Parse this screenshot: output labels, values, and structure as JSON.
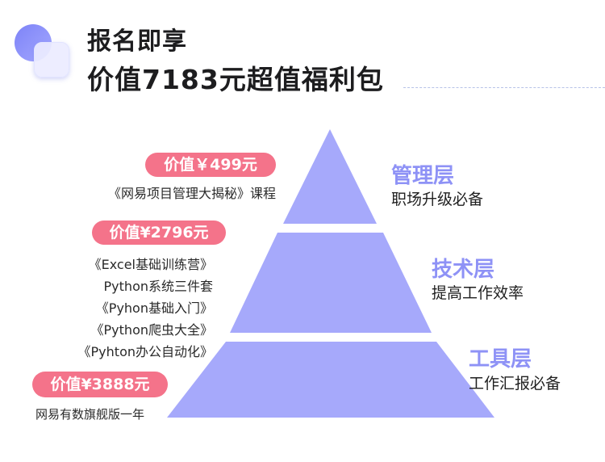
{
  "header": {
    "line1": "报名即享",
    "line2": "价值7183元超值福利包"
  },
  "colors": {
    "pyramid": "#a6a9fb",
    "accent_text": "#8e92f6",
    "badge": "#f4738a",
    "dash": "#b7c3e8"
  },
  "tiers": [
    {
      "name": "管理层",
      "desc": "职场升级必备",
      "badge": "价值￥499元",
      "items": [
        "《网易项目管理大揭秘》课程"
      ]
    },
    {
      "name": "技术层",
      "desc": "提高工作效率",
      "badge": "价值¥2796元",
      "items": [
        "《Excel基础训练营》",
        "Python系统三件套",
        "《Pyhon基础入门》",
        "《Python爬虫大全》",
        "《Pyhton办公自动化》"
      ]
    },
    {
      "name": "工具层",
      "desc": "工作汇报必备",
      "badge": "价值¥3888元",
      "items": [
        "网易有数旗舰版一年"
      ]
    }
  ]
}
